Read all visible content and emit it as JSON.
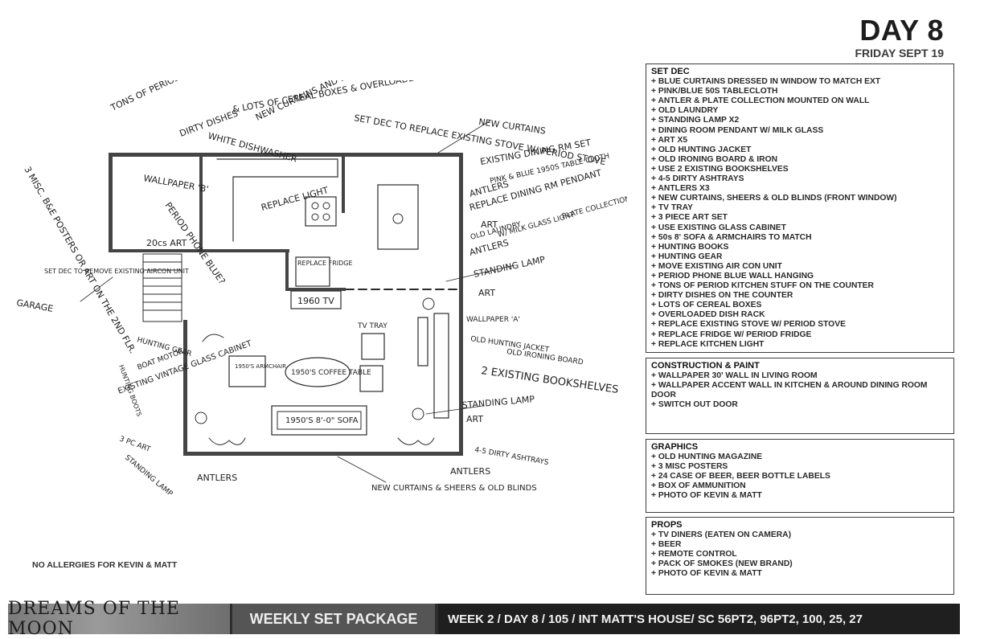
{
  "header": {
    "day": "DAY 8",
    "date": "FRIDAY SEPT 19"
  },
  "set_dec": {
    "title": "SET DEC",
    "items": [
      "+ BLUE CURTAINS DRESSED IN WINDOW TO MATCH EXT",
      "+ PINK/BLUE 50S TABLECLOTH",
      "+ ANTLER & PLATE COLLECTION MOUNTED ON WALL",
      "+ OLD LAUNDRY",
      "+ STANDING LAMP X2",
      "+ DINING ROOM PENDANT W/ MILK GLASS",
      "+ ART X5",
      "+ OLD HUNTING JACKET",
      "+ OLD IRONING BOARD & IRON",
      "+ USE 2 EXISTING BOOKSHELVES",
      "+ 4-5 DIRTY ASHTRAYS",
      "+ ANTLERS X3",
      "+ NEW CURTAINS, SHEERS & OLD BLINDS (FRONT WINDOW)",
      "+ TV TRAY",
      "+ 3 PIECE ART SET",
      "+ USE EXISTING GLASS CABINET",
      "+ 50s 8' SOFA & ARMCHAIRS TO MATCH",
      "+ HUNTING BOOKS",
      "+ HUNTING GEAR",
      "+ MOVE EXISTING AIR CON UNIT",
      "+ PERIOD PHONE BLUE WALL HANGING",
      "+ TONS OF PERIOD KITCHEN STUFF ON THE COUNTER",
      "+ DIRTY DISHES ON THE COUNTER",
      "+ LOTS OF CEREAL BOXES",
      "+ OVERLOADED DISH RACK",
      "+ REPLACE EXISTING STOVE W/ PERIOD STOVE",
      "+ REPLACE FRIDGE W/ PERIOD FRIDGE",
      "+ REPLACE KITCHEN LIGHT"
    ]
  },
  "construction": {
    "title": "CONSTRUCTION & PAINT",
    "items": [
      "+ WALLPAPER 30' WALL IN LIVING ROOM",
      "+ WALLPAPER ACCENT WALL IN KITCHEN & AROUND DINING ROOM DOOR",
      "+ SWITCH OUT DOOR"
    ]
  },
  "graphics": {
    "title": "GRAPHICS",
    "items": [
      "+ OLD HUNTING MAGAZINE",
      "+ 3 MISC POSTERS",
      "+ 24 CASE OF BEER, BEER BOTTLE LABELS",
      "+ BOX OF AMMUNITION",
      "+ PHOTO OF KEVIN & MATT"
    ]
  },
  "props": {
    "title": "PROPS",
    "items": [
      "+ TV DINERS (EATEN ON CAMERA)",
      "+ BEER",
      "+ REMOTE CONTROL",
      "+ PACK OF SMOKES (NEW BRAND)",
      "+ PHOTO OF KEVIN & MATT"
    ]
  },
  "note": "NO ALLERGIES FOR KEVIN & MATT",
  "footer": {
    "show_title": "DREAMS OF THE MOON",
    "package": "WEEKLY SET PACKAGE",
    "info": "WEEK 2 / DAY 8 / 105 / INT MATT'S HOUSE/ SC 56PT2, 96PT2, 100, 25, 27"
  },
  "plan_labels": {
    "kitchen_stuff": "TONS OF PERIOD KITCHEN STUFF ON THE COUNTERS",
    "dirty_dishes": "DIRTY DISHES",
    "cereal": "& LOTS OF CEREAL BOXES & OVERLOADED DISH RACK",
    "new_curtains_top": "NEW CURTAINS",
    "white_dishwasher": "WHITE DISHWASHER",
    "sheers": "NEW CURTAINS AND SHEERS",
    "set_dec_stove": "SET DEC TO REPLACE EXISTING STOVE W/ PERIOD STOVE",
    "misc_posters": "3 MISC. B&E POSTERS OR ART ON THE 2ND FLR.",
    "wallpaper_b": "WALLPAPER 'B'",
    "period_phone": "PERIOD PHONE BLUE?",
    "art_20s": "20cs ART",
    "replace_light": "REPLACE LIGHT",
    "replace_fridge": "REPLACE FRIDGE",
    "dining_set": "EXISTING DINING RM SET",
    "tablecloth": "PINK & BLUE 1950S TABLE CLOTH",
    "antlers_1": "ANTLERS",
    "replace_pendant": "REPLACE DINING RM PENDANT",
    "milk_glass": "W/ MILK GLASS LIGHT",
    "art_1": "ART",
    "old_laundry": "OLD LAUNDRY",
    "plate_collection": "PLATE COLLECTION MOUNTED ON WALLS",
    "antlers_2": "ANTLERS",
    "standing_lamp_1": "STANDING LAMP",
    "art_2": "ART",
    "set_dec_aircon": "SET DEC TO REMOVE EXISTING AIRCON UNIT",
    "garage": "GARAGE",
    "tv_1960": "1960 TV",
    "tv_tray": "TV TRAY",
    "wallpaper_a": "WALLPAPER 'A'",
    "hunting_jacket": "OLD HUNTING JACKET",
    "ironing_board": "OLD IRONING BOARD",
    "bookshelves": "2 EXISTING BOOKSHELVES",
    "hunting_gear": "HUNTING GEAR",
    "hunting_boots": "HUNTING BOOTS",
    "boat_motor": "BOAT MOTOR",
    "glass_cabinet": "EXISTING VINTAGE GLASS CABINET",
    "armchair": "1950'S ARMCHAIR",
    "coffee_table": "1950'S COFFEE TABLE",
    "sofa": "1950'S 8'-0\" SOFA",
    "standing_lamp_2": "STANDING LAMP",
    "art_3": "ART",
    "art_set": "3 PC ART",
    "standing_lamp_3": "STANDING LAMP",
    "antlers_3": "ANTLERS",
    "antlers_4": "ANTLERS",
    "ashtrays": "4-5 DIRTY ASHTRAYS",
    "new_curtains_bottom": "NEW CURTAINS & SHEERS & OLD BLINDS"
  }
}
